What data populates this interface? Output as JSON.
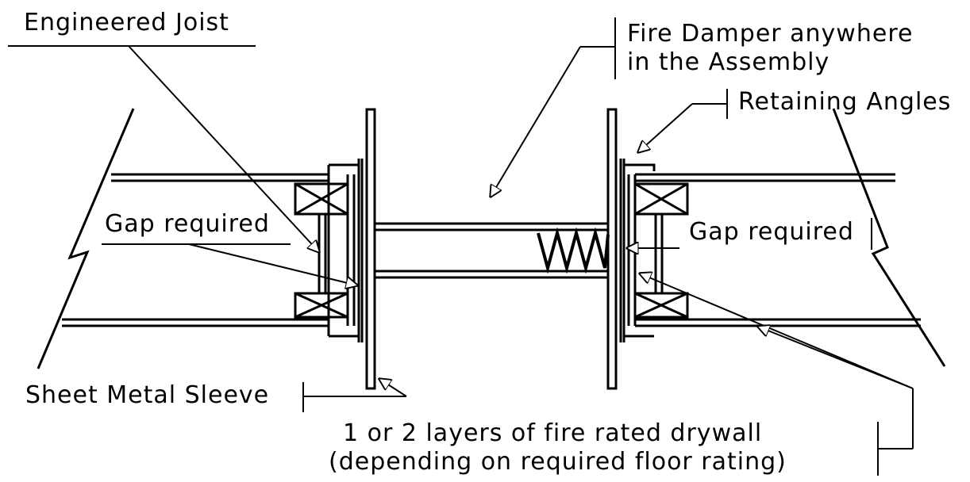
{
  "labels": {
    "engineered_joist": "Engineered Joist",
    "fire_damper_line1": "Fire Damper anywhere",
    "fire_damper_line2": "in the Assembly",
    "retaining_angles": "Retaining Angles",
    "gap_required_left": "Gap required",
    "gap_required_right": "Gap required",
    "sheet_metal_sleeve": "Sheet Metal Sleeve",
    "drywall_line1": "1 or 2 layers of fire rated drywall",
    "drywall_line2": "(depending on required floor rating)"
  },
  "colors": {
    "ink": "#000000",
    "background": "#ffffff"
  }
}
